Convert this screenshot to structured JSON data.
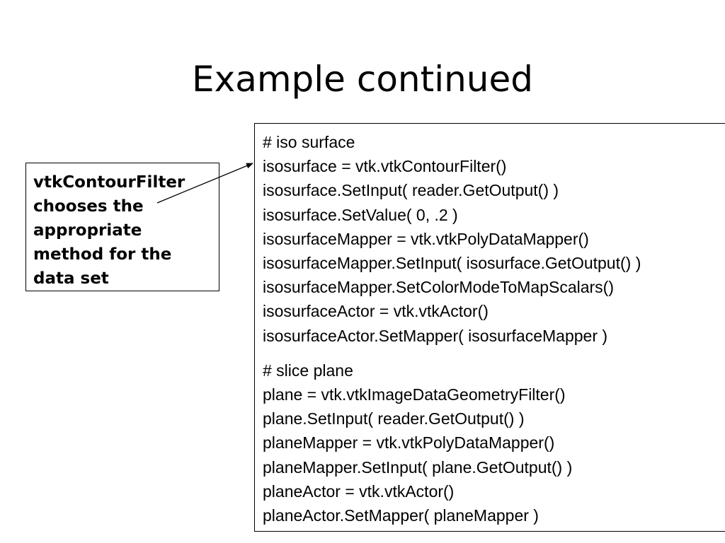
{
  "title": "Example continued",
  "callout": {
    "lines": [
      "vtkContourFilter",
      "chooses the",
      "appropriate",
      "method for the",
      "data set"
    ]
  },
  "code": {
    "section1": [
      "# iso surface",
      "isosurface = vtk.vtkContourFilter()",
      "isosurface.SetInput( reader.GetOutput() )",
      "isosurface.SetValue( 0, .2 )",
      "isosurfaceMapper = vtk.vtkPolyDataMapper()",
      "isosurfaceMapper.SetInput( isosurface.GetOutput() )",
      "isosurfaceMapper.SetColorModeToMapScalars()",
      "isosurfaceActor = vtk.vtkActor()",
      "isosurfaceActor.SetMapper( isosurfaceMapper )"
    ],
    "section2": [
      "# slice plane",
      "plane = vtk.vtkImageDataGeometryFilter()",
      "plane.SetInput( reader.GetOutput() )",
      "planeMapper = vtk.vtkPolyDataMapper()",
      "planeMapper.SetInput( plane.GetOutput() )",
      "planeActor = vtk.vtkActor()",
      "planeActor.SetMapper( planeMapper )"
    ]
  }
}
